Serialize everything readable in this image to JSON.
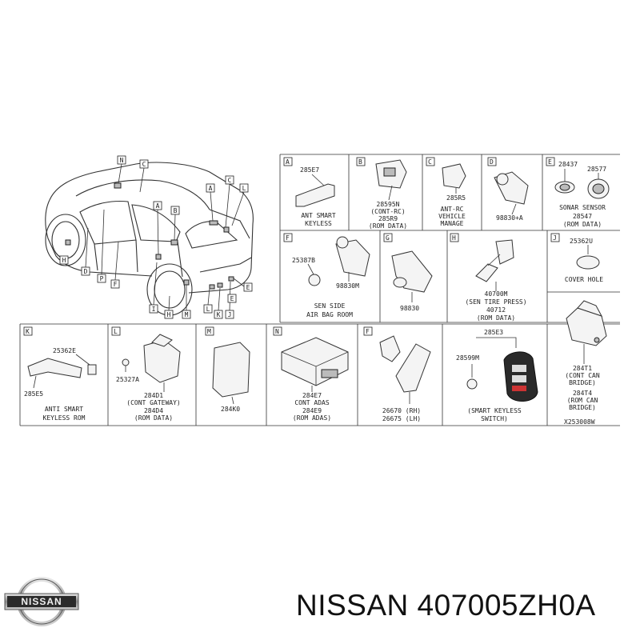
{
  "car_callouts": [
    "N",
    "C",
    "C",
    "A",
    "L",
    "B",
    "A",
    "D",
    "P",
    "F",
    "H",
    "I",
    "H",
    "M",
    "E",
    "L",
    "K",
    "J",
    "E"
  ],
  "cells": {
    "A": {
      "letter": "A",
      "part": "285E7",
      "desc": [
        "ANT SMART",
        "KEYLESS"
      ]
    },
    "B": {
      "letter": "B",
      "lines": [
        "28595N",
        "(CONT-RC)",
        "285R9",
        "(ROM DATA)"
      ]
    },
    "C": {
      "letter": "C",
      "part": "285R5",
      "desc": [
        "ANT-RC",
        "VEHICLE",
        "MANAGE"
      ]
    },
    "D": {
      "letter": "D",
      "part": "98830+A"
    },
    "E": {
      "letter": "E",
      "part1": "28437",
      "part2": "28577",
      "desc": "SONAR SENSOR",
      "lines": [
        "28547",
        "(ROM DATA)"
      ]
    },
    "F": {
      "letter": "F",
      "part1": "25387B",
      "part2": "98830M",
      "desc": [
        "SEN SIDE",
        "AIR BAG ROOM"
      ]
    },
    "G": {
      "letter": "G",
      "part": "98830"
    },
    "H": {
      "letter": "H",
      "lines": [
        "40700M",
        "(SEN TIRE PRESS)",
        "40712",
        "(ROM DATA)"
      ]
    },
    "J": {
      "letter": "J",
      "part": "25362U",
      "desc": "COVER HOLE"
    },
    "J2": {
      "lines": [
        "284T1",
        "(CONT CAN",
        "BRIDGE)",
        "284T4",
        "(ROM CAN",
        "BRIDGE)"
      ],
      "code": "X253008W"
    },
    "K": {
      "letter": "K",
      "part1": "25362E",
      "part2": "285E5",
      "desc": [
        "ANTI SMART",
        "KEYLESS ROM"
      ]
    },
    "L": {
      "letter": "L",
      "part1": "25327A",
      "lines": [
        "284D1",
        "(CONT GATEWAY)",
        "284D4",
        "(ROM DATA)"
      ]
    },
    "M": {
      "letter": "M",
      "part": "284K0"
    },
    "N": {
      "letter": "N",
      "lines": [
        "284E7",
        "CONT ADAS",
        "284E9",
        "(ROM ADAS)"
      ]
    },
    "F2": {
      "letter": "F",
      "lines": [
        "26670 (RH)",
        "26675 (LH)"
      ]
    },
    "S": {
      "part1": "285E3",
      "part2": "28599M",
      "desc": [
        "(SMART KEYLESS",
        "SWITCH)"
      ]
    }
  },
  "logo_text": "NISSAN",
  "footer": {
    "text": "NISSAN 407005ZH0A"
  }
}
